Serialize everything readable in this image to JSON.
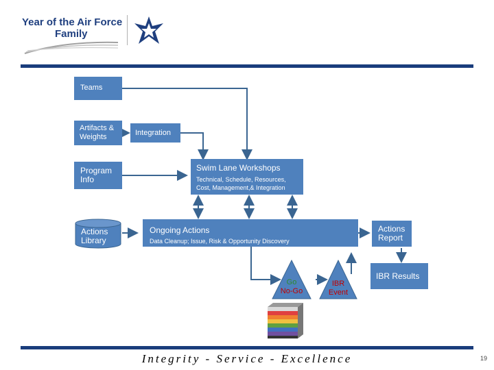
{
  "header": {
    "logo_line1": "Year of the Air Force",
    "logo_line2": "Family"
  },
  "diagram": {
    "teams": "Teams",
    "artifacts_line1": "Artifacts &",
    "artifacts_line2": "Weights",
    "integration": "Integration",
    "program_line1": "Program",
    "program_line2": "Info",
    "actions_library_line1": "Actions",
    "actions_library_line2": "Library",
    "swim_lane_title": "Swim Lane Workshops",
    "swim_lane_sub1": "Technical, Schedule, Resources,",
    "swim_lane_sub2": "Cost, Management,& Integration",
    "ongoing_title": "Ongoing Actions",
    "ongoing_sub": "Data Cleanup; Issue, Risk & Opportunity Discovery",
    "actions_report_line1": "Actions",
    "actions_report_line2": "Report",
    "go": "Go",
    "nogo": "No-Go",
    "ibr_event_line1": "IBR",
    "ibr_event_line2": "Event",
    "ibr_results": "IBR Results"
  },
  "footer": {
    "motto": "Integrity - Service - Excellence",
    "page_number": "19"
  },
  "colors": {
    "box_fill": "#4f81bd",
    "box_border": "#3a6591",
    "triangle_fill": "#4f81bd",
    "go_text": "#2e8b2e",
    "nogo_text": "#c00000",
    "ibr_text": "#c00000",
    "bar": "#1a3d7c"
  }
}
